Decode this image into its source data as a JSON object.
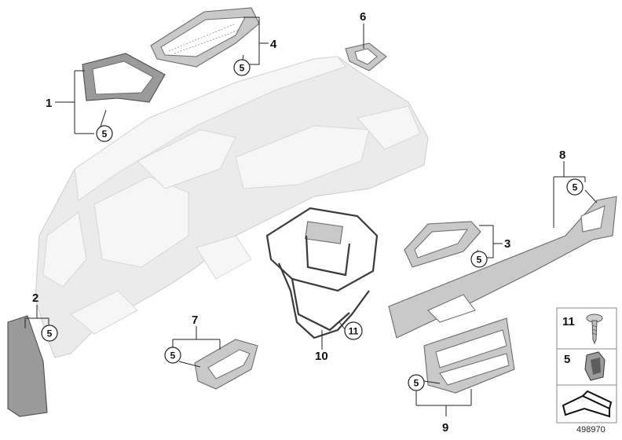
{
  "callouts": {
    "p1": "1",
    "p2": "2",
    "p3": "3",
    "p4": "4",
    "p6": "6",
    "p7": "7",
    "p8": "8",
    "p9": "9",
    "p10": "10",
    "p11": "11",
    "c5": "5"
  },
  "legend": {
    "screw_label": "11",
    "clip_label": "5"
  },
  "reference_number": "498970"
}
